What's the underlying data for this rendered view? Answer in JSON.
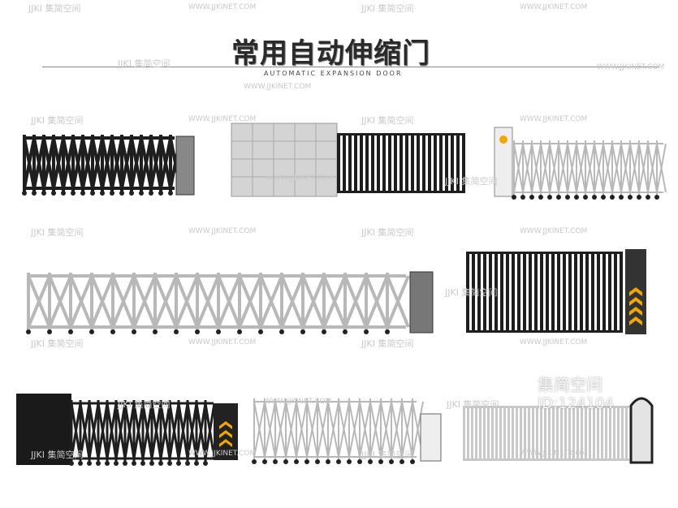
{
  "title": "常用自动伸缩门",
  "subtitle": "AUTOMATIC EXPANSION DOOR",
  "watermark": {
    "brand": "JJKI 集简空间",
    "url": "WWW.JJKINET.COM"
  },
  "overlay": {
    "brand": "集简空间",
    "id": "ID:124104"
  },
  "colors": {
    "dark_gate": "#1e1e1e",
    "silver_gate": "#b8b8b8",
    "warning": "#f0a800"
  }
}
